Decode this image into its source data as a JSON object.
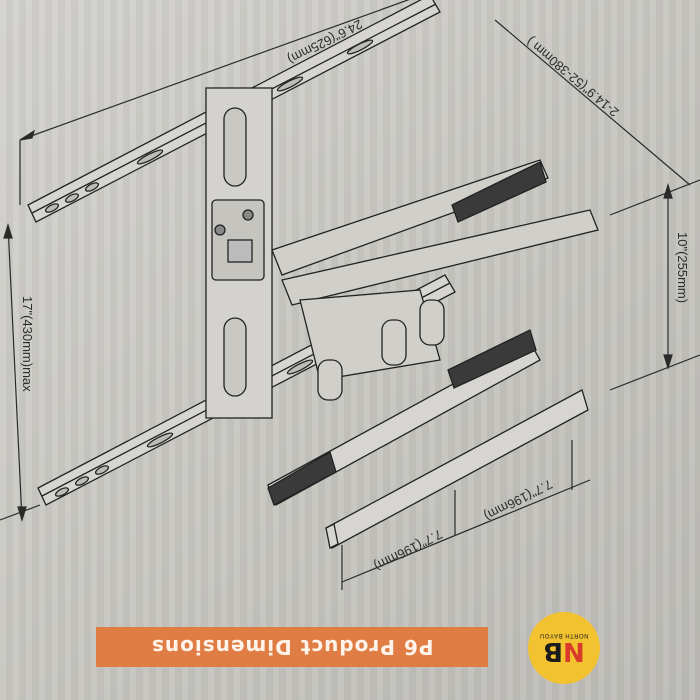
{
  "banner": {
    "title": "P6 Product Dimensions",
    "orientation": "upside-down",
    "color": "#e07d45"
  },
  "logo": {
    "mark_n": "N",
    "mark_b": "B",
    "subtitle": "NORTH BAYOU",
    "background": "#f2c230",
    "mark_colors": [
      "#d8392b",
      "#1b1b1b"
    ]
  },
  "dimensions": {
    "width": "24.6\"(625mm)",
    "extension": "2-14.9\"(52-380mm )",
    "depth": "10\"(255mm)",
    "height": "17\"(430mm)max",
    "arm_spacing_left": "7.7\"(196mm)",
    "arm_spacing_right": "7.7\"(196mm)"
  },
  "diagram": {
    "subject": "full-motion TV wall mount bracket",
    "icons": [
      "wall-plate",
      "articulating-arm",
      "tv-rail"
    ]
  }
}
